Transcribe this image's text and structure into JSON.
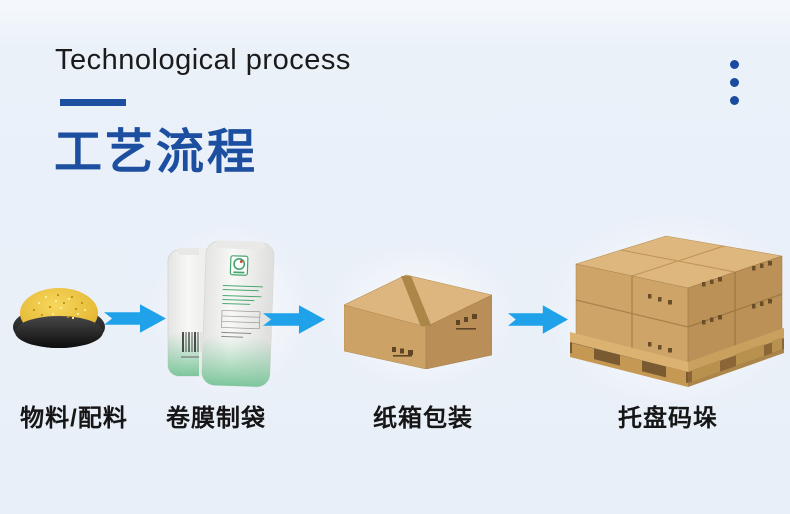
{
  "section": {
    "title_en": "Technological process",
    "title_cn": "工艺流程",
    "accent_color": "#1d4fa1",
    "arrow_color": "#1fa2ea",
    "background_color": "#e9eff8",
    "dots_color": "#1a4b9e"
  },
  "flow": {
    "steps": [
      {
        "label": "物料/配料",
        "illustration": "bowl-of-yellow-granules"
      },
      {
        "label": "卷膜制袋",
        "illustration": "roll-film-pillow-bags"
      },
      {
        "label": "纸箱包装",
        "illustration": "kraft-carton-box"
      },
      {
        "label": "托盘码垛",
        "illustration": "boxes-stacked-on-wooden-pallet"
      }
    ],
    "arrow_count": 3
  }
}
